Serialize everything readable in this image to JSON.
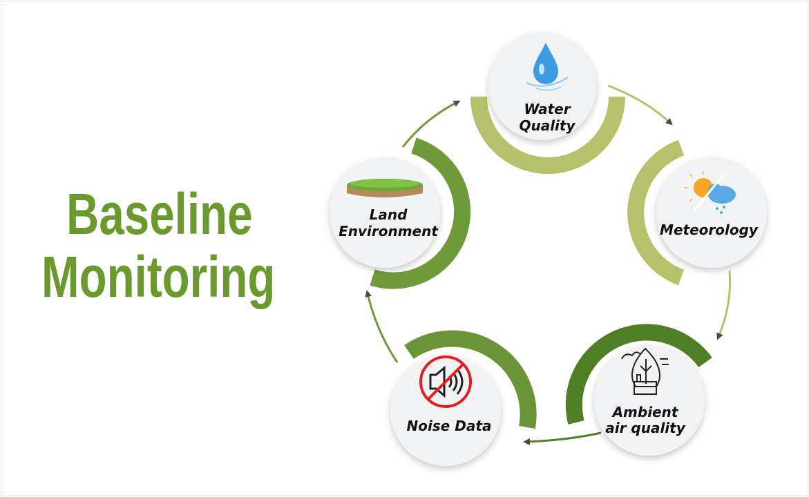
{
  "title": {
    "line1": "Baseline",
    "line2": "Monitoring"
  },
  "nodes": {
    "water": {
      "line1": "Water",
      "line2": "Quality",
      "icon": "water-drop-icon"
    },
    "meteorology": {
      "line1": "Meteorology",
      "icon": "sun-cloud-rain-icon"
    },
    "ambient": {
      "line1": "Ambient",
      "line2": "air quality",
      "icon": "factory-leaf-icon"
    },
    "noise": {
      "line1": "Noise Data",
      "icon": "no-sound-icon"
    },
    "land": {
      "line1": "Land",
      "line2": "Environment",
      "icon": "land-patch-icon"
    }
  },
  "colors": {
    "title": "#6a9a2e",
    "arc_light": "#b7c06a",
    "arc_mid": "#6f9a3a",
    "arc_dark": "#4f7e25",
    "arrow": "#4a4a4a"
  }
}
